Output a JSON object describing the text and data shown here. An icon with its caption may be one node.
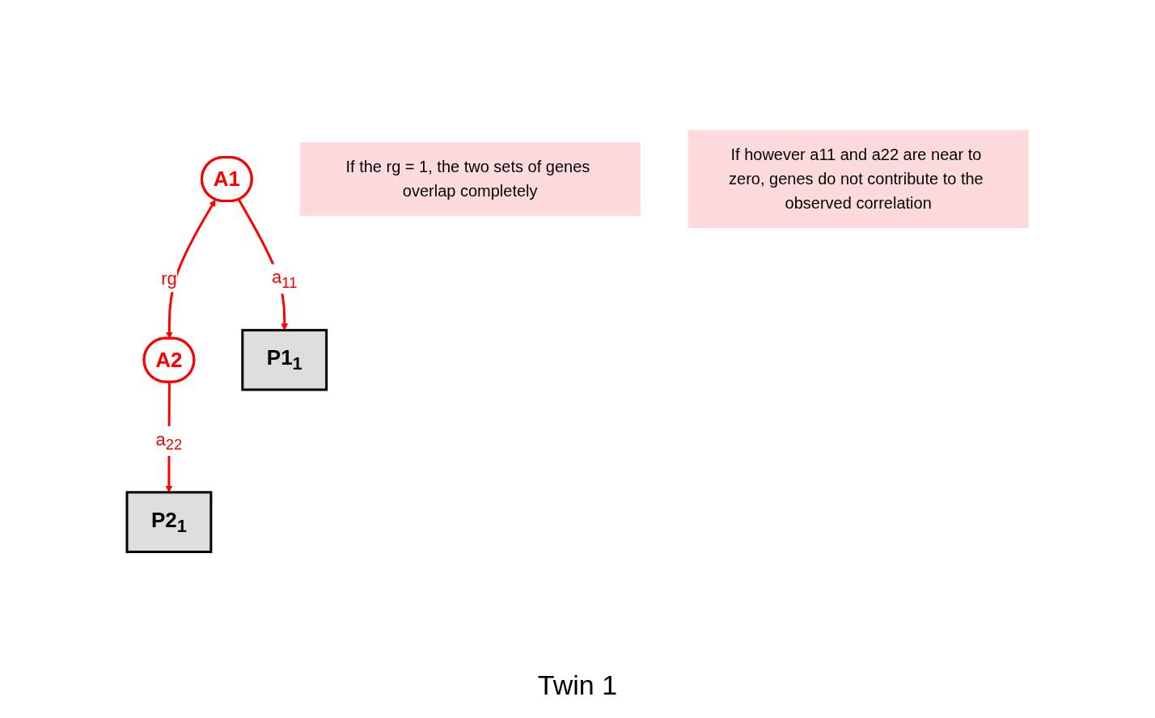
{
  "diagram": {
    "nodes": [
      {
        "text": [
          "A1"
        ]
      },
      {
        "text": [
          "A2"
        ]
      },
      {
        "text": [
          "P1$_{1}$"
        ]
      },
      {
        "text": [
          "P2$_{1}$"
        ]
      },
      {
        "text": [
          "If the rg = 1, the two sets of genes overlap completely"
        ]
      },
      {
        "text": [
          "If however a11 and a22 are near to zero, genes do not contribute to the observed correlation"
        ]
      }
    ],
    "edges": [
      {
        "from": 0,
        "to": 1,
        "arrow": "both",
        "label": "rg"
      },
      {
        "from": 0,
        "to": 2,
        "arrow": "to",
        "label": "a$_{11}$"
      },
      {
        "from": 1,
        "to": 3,
        "arrow": "to",
        "label": "a$_{22}$"
      }
    ],
    "labels": [
      "Twin 1"
    ]
  }
}
